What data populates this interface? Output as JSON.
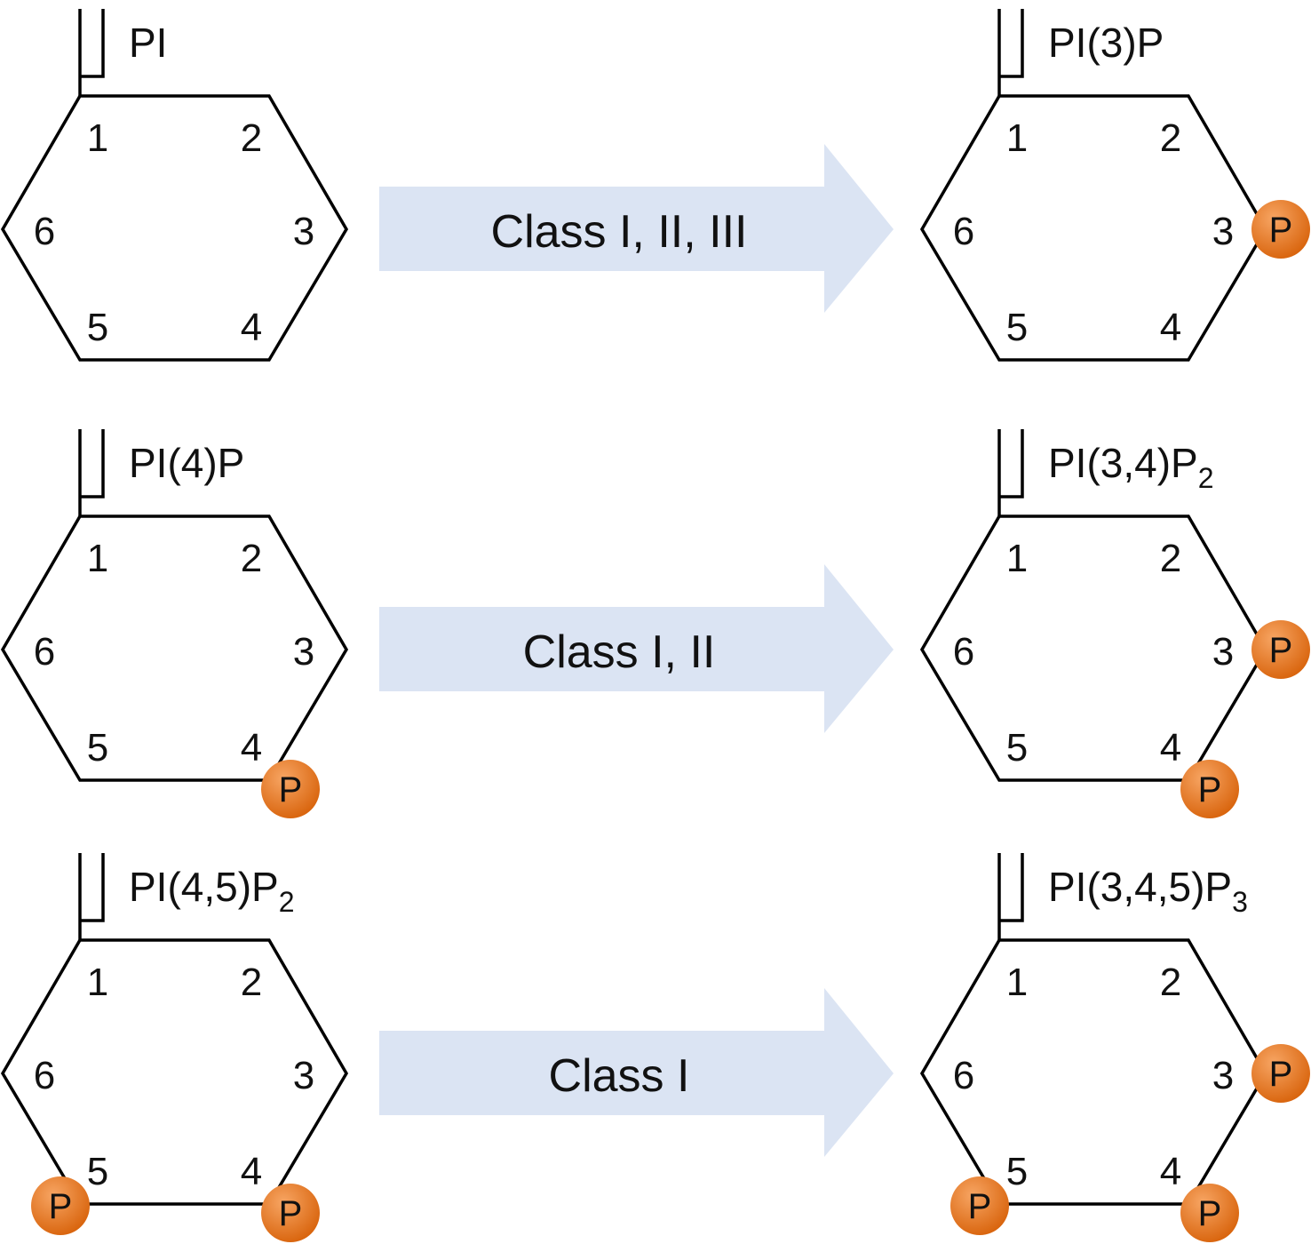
{
  "figure": {
    "colors": {
      "arrow_fill": "#dbe4f3",
      "phosphate_light": "#f7a563",
      "phosphate_dark": "#d9650e",
      "line": "#000000"
    },
    "rows": [
      {
        "arrow_label": "Class I, II, III",
        "left": {
          "label": "PI",
          "label_sub": "",
          "phosphates": []
        },
        "right": {
          "label": "PI(3)P",
          "label_sub": "",
          "phosphates": [
            "3"
          ]
        }
      },
      {
        "arrow_label": "Class I, II",
        "left": {
          "label": "PI(4)P",
          "label_sub": "",
          "phosphates": [
            "4"
          ]
        },
        "right": {
          "label": "PI(3,4)P",
          "label_sub": "2",
          "phosphates": [
            "3",
            "4"
          ]
        }
      },
      {
        "arrow_label": "Class I",
        "left": {
          "label": "PI(4,5)P",
          "label_sub": "2",
          "phosphates": [
            "4",
            "5"
          ]
        },
        "right": {
          "label": "PI(3,4,5)P",
          "label_sub": "3",
          "phosphates": [
            "3",
            "4",
            "5"
          ]
        }
      }
    ],
    "ring_numbers": [
      "1",
      "2",
      "3",
      "4",
      "5",
      "6"
    ],
    "phosphate_symbol": "P"
  }
}
